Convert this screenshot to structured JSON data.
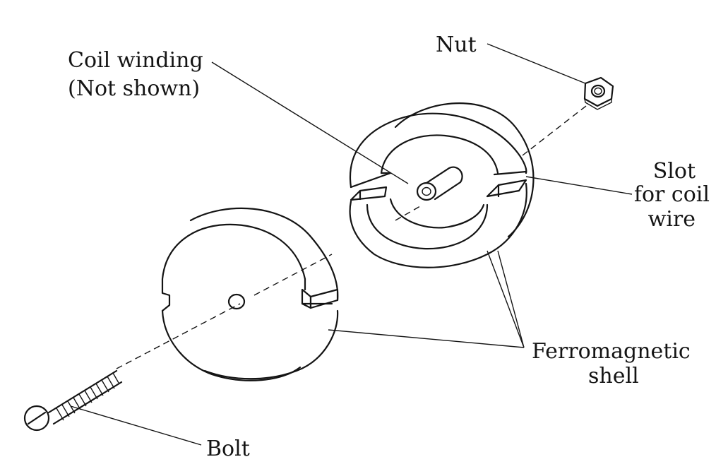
{
  "labels": {
    "nut": "Nut",
    "coil_line1": "Coil winding",
    "coil_line2": "(Not shown)",
    "slot_line1": "Slot",
    "slot_line2": "for coil",
    "slot_line3": "wire",
    "ferro_line1": "Ferromagnetic",
    "ferro_line2": "shell",
    "bolt": "Bolt"
  },
  "colors": {
    "ink": "#141414",
    "background": "#ffffff"
  }
}
